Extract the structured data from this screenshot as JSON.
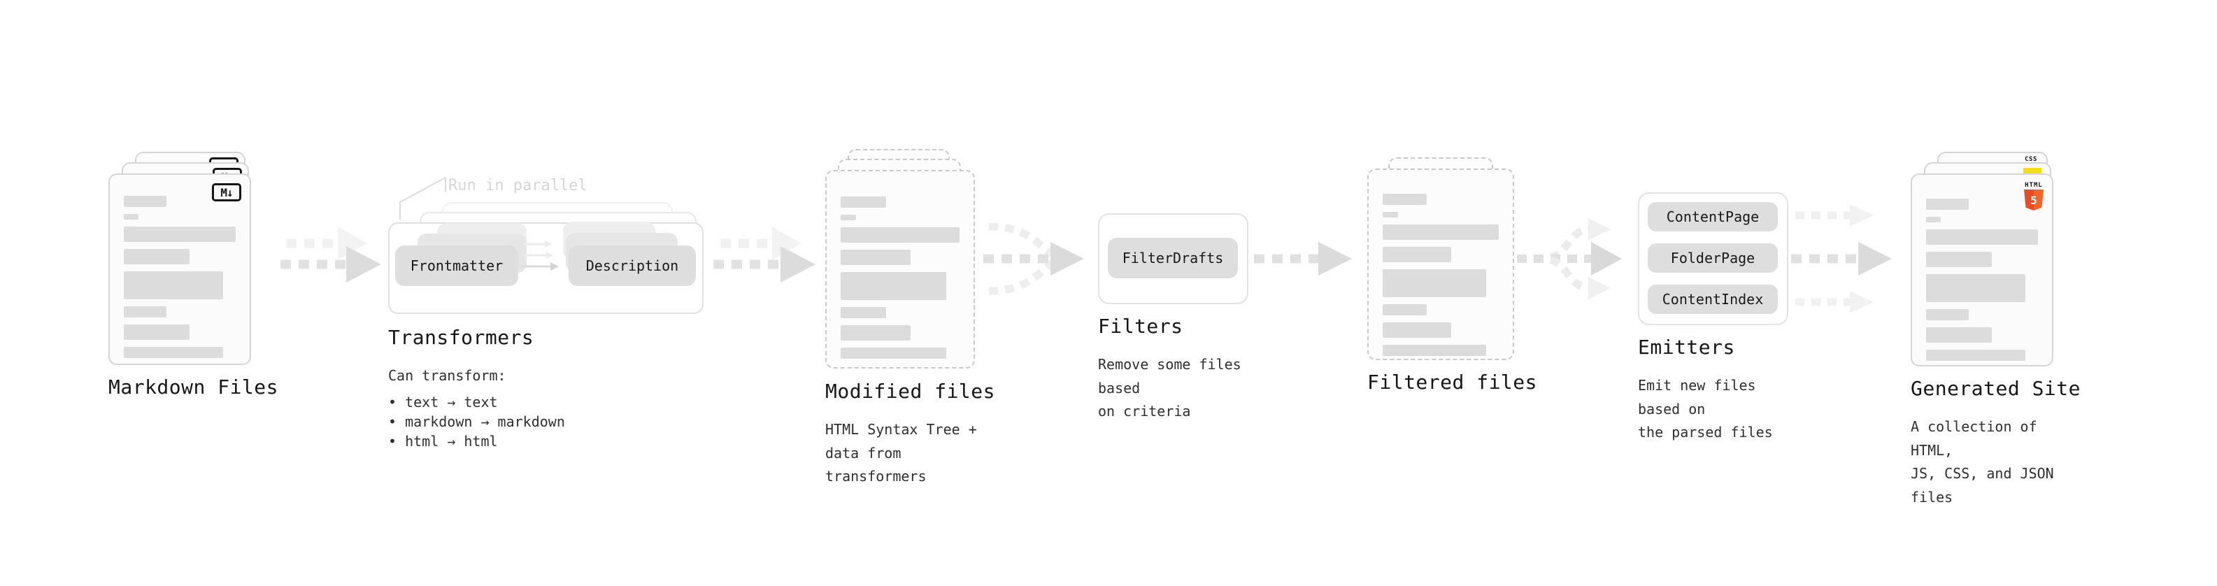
{
  "nodes": {
    "markdown_files": {
      "title": "Markdown Files",
      "badge": "M↓"
    },
    "transformers": {
      "title": "Transformers",
      "annotation": "Run in parallel",
      "button_left": "Frontmatter",
      "button_right": "Description",
      "desc_heading": "Can transform:",
      "bullets": [
        "• text → text",
        "• markdown → markdown",
        "• html → html"
      ]
    },
    "modified_files": {
      "title": "Modified files",
      "desc": "HTML Syntax Tree +\ndata from transformers"
    },
    "filters": {
      "title": "Filters",
      "button": "FilterDrafts",
      "desc": "Remove some files based\non criteria"
    },
    "filtered_files": {
      "title": "Filtered files"
    },
    "emitters": {
      "title": "Emitters",
      "buttons": [
        "ContentPage",
        "FolderPage",
        "ContentIndex"
      ],
      "desc": "Emit new files based on\nthe parsed files"
    },
    "generated_site": {
      "title": "Generated Site",
      "desc": "A collection of HTML,\nJS, CSS, and JSON files",
      "css_badge": "CSS",
      "html_badge_label": "HTML",
      "html_badge_number": "5"
    }
  },
  "colors": {
    "html5_orange": "#e44d26",
    "css_blue": "#2962f1",
    "js_yellow": "#f5de19",
    "line_gray": "#dcdcdc"
  }
}
